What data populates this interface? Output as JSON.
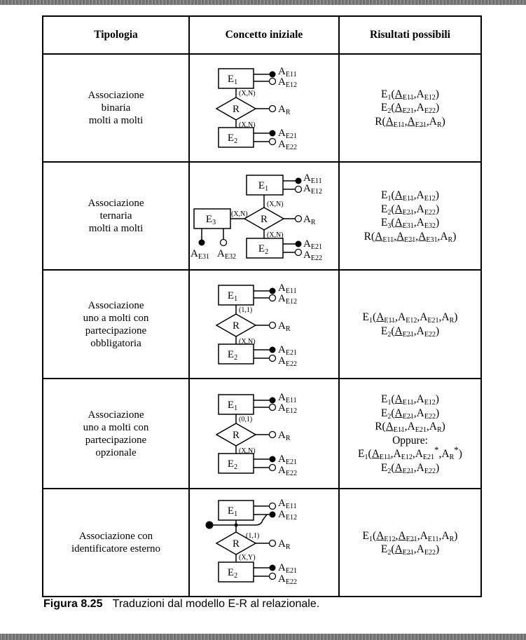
{
  "table": {
    "headers": [
      "Tipologia",
      "Concetto iniziale",
      "Risultati possibili"
    ],
    "rows": [
      {
        "tipologia": [
          "Associazione",
          "binaria",
          "molti a molti"
        ],
        "diagram": {
          "e1": "E1",
          "e2": "E2",
          "rel": "R",
          "card_top": "(X,N)",
          "card_bottom": "(X,N)",
          "a_e11": "AE11",
          "a_e12": "AE12",
          "a_r": "AR",
          "a_e21": "AE21",
          "a_e22": "AE22"
        },
        "results": [
          "E1(AE11,AE12)",
          "E2(AE21,AE22)",
          "R(AE11,AE21,AR)"
        ]
      },
      {
        "tipologia": [
          "Associazione",
          "ternaria",
          "molti a molti"
        ],
        "diagram": {
          "e1": "E1",
          "e2": "E2",
          "e3": "E3",
          "rel": "R",
          "card_top": "(X,N)",
          "card_bottom": "(X,N)",
          "card_left": "(X,N)",
          "a_e11": "AE11",
          "a_e12": "AE12",
          "a_r": "AR",
          "a_e21": "AE21",
          "a_e22": "AE22",
          "a_e31": "AE31",
          "a_e32": "AE32"
        },
        "results": [
          "E1(AE11,AE12)",
          "E2(AE21,AE22)",
          "E3(AE31,AE32)",
          "R(AE11,AE21,AE31,AR)"
        ]
      },
      {
        "tipologia": [
          "Associazione",
          "uno a molti con",
          "partecipazione",
          "obbligatoria"
        ],
        "diagram": {
          "e1": "E1",
          "e2": "E2",
          "rel": "R",
          "card_top": "(1,1)",
          "card_bottom": "(X,N)",
          "a_e11": "AE11",
          "a_e12": "AE12",
          "a_r": "AR",
          "a_e21": "AE21",
          "a_e22": "AE22"
        },
        "results": [
          "E1(AE11,AE12,AE21,AR)",
          "E2(AE21,AE22)"
        ]
      },
      {
        "tipologia": [
          "Associazione",
          "uno a molti con",
          "partecipazione",
          "opzionale"
        ],
        "diagram": {
          "e1": "E1",
          "e2": "E2",
          "rel": "R",
          "card_top": "(0,1)",
          "card_bottom": "(X,N)",
          "a_e11": "AE11",
          "a_e12": "AE12",
          "a_r": "AR",
          "a_e21": "AE21",
          "a_e22": "AE22"
        },
        "results": [
          "E1(AE11,AE12)",
          "E2(AE21,AE22)",
          "R(AE11,AE21,AR)",
          "Oppure:",
          "E1(AE11,AE12,AE21*,AR*)",
          "E2(AE21,AE22)"
        ]
      },
      {
        "tipologia": [
          "Associazione con",
          "identificatore esterno"
        ],
        "diagram": {
          "e1": "E1",
          "e2": "E2",
          "rel": "R",
          "card_top": "(1,1)",
          "card_bottom": "(X,Y)",
          "a_e11": "AE11",
          "a_e12": "AE12",
          "a_r": "AR",
          "a_e21": "AE21",
          "a_e22": "AE22"
        },
        "results": [
          "E1(AE12,AE21,AE11,AR)",
          "E2(AE21,AE22)"
        ]
      }
    ]
  },
  "caption": {
    "label": "Figura 8.25",
    "text": "Traduzioni dal modello E-R al relazionale."
  }
}
